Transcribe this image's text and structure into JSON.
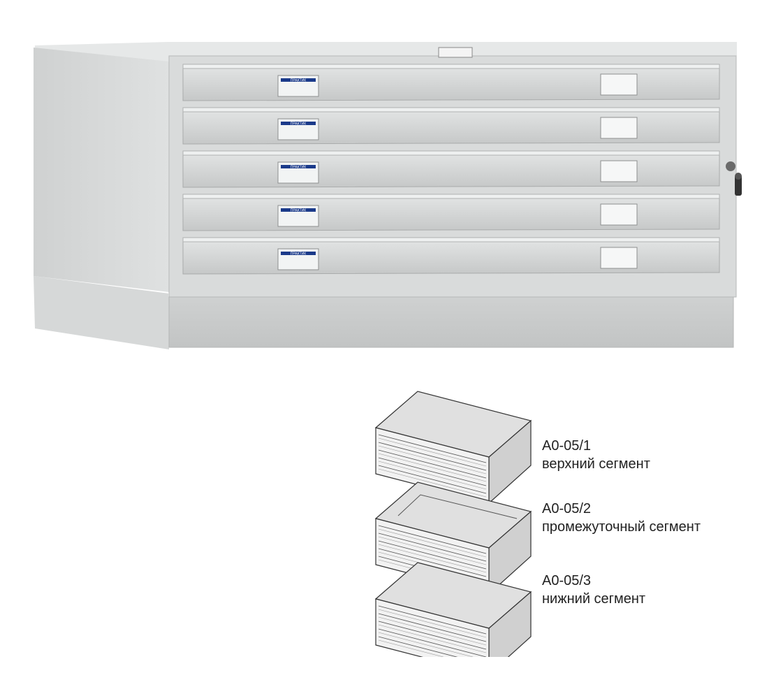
{
  "brand": "ПРАКТИК",
  "drawers": [
    {
      "label": "ПРАКТИК"
    },
    {
      "label": "ПРАКТИК"
    },
    {
      "label": "ПРАКТИК"
    },
    {
      "label": "ПРАКТИК"
    },
    {
      "label": "ПРАКТИК"
    }
  ],
  "segments": [
    {
      "code": "A0-05/1",
      "name": "верхний сегмент"
    },
    {
      "code": "A0-05/2",
      "name": "промежуточный сегмент"
    },
    {
      "code": "A0-05/3",
      "name": "нижний сегмент"
    }
  ],
  "colors": {
    "cabinet": "#d4d6d6",
    "accent_blue": "#1a3a8a"
  }
}
